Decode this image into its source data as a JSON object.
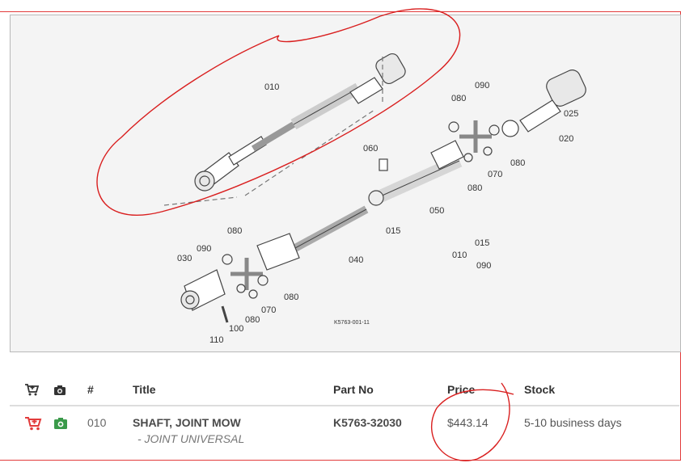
{
  "diagram": {
    "figure_code": "K5763-001-11",
    "callouts": [
      "010",
      "080",
      "090",
      "025",
      "020",
      "060",
      "080",
      "070",
      "080",
      "050",
      "015",
      "015",
      "010",
      "090",
      "080",
      "090",
      "030",
      "040",
      "080",
      "070",
      "080",
      "100",
      "110"
    ]
  },
  "table": {
    "headers": {
      "cart": "cart-icon",
      "photo": "camera-icon",
      "number": "#",
      "title": "Title",
      "part_no": "Part No",
      "price": "Price",
      "stock": "Stock"
    },
    "rows": [
      {
        "number": "010",
        "title": "SHAFT, JOINT MOW",
        "subtitle": "- JOINT UNIVERSAL",
        "part_no": "K5763-32030",
        "price": "$443.14",
        "stock": "5-10 business days"
      }
    ]
  },
  "colors": {
    "accent_red": "#e23b3b",
    "photo_green": "#3a9a4a",
    "annotation_red": "#d91f1f"
  }
}
